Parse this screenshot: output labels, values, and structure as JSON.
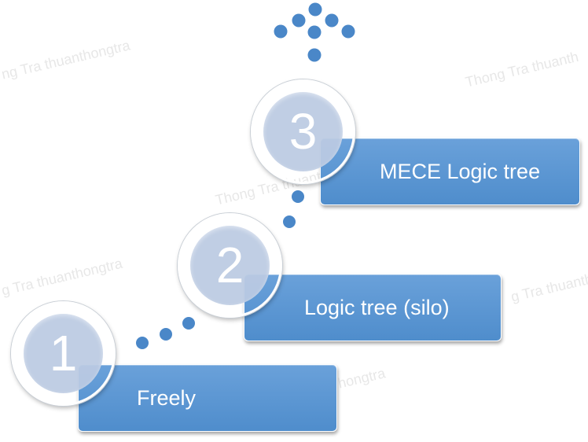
{
  "steps": [
    {
      "number": "1",
      "label": "Freely"
    },
    {
      "number": "2",
      "label": "Logic tree (silo)"
    },
    {
      "number": "3",
      "label": "MECE Logic tree"
    }
  ],
  "watermarks": [
    "ng Tra thuanthongtra",
    "Thong Tra thuanth",
    "Thong Tra thuanth",
    "g Tra thuanthongtra",
    "g Tra thuanth",
    "hongtra"
  ],
  "colors": {
    "bar_fill": "#5b97d3",
    "circle_fill": "#bccbe3",
    "dot_fill": "#4a87c8",
    "text": "#ffffff"
  }
}
